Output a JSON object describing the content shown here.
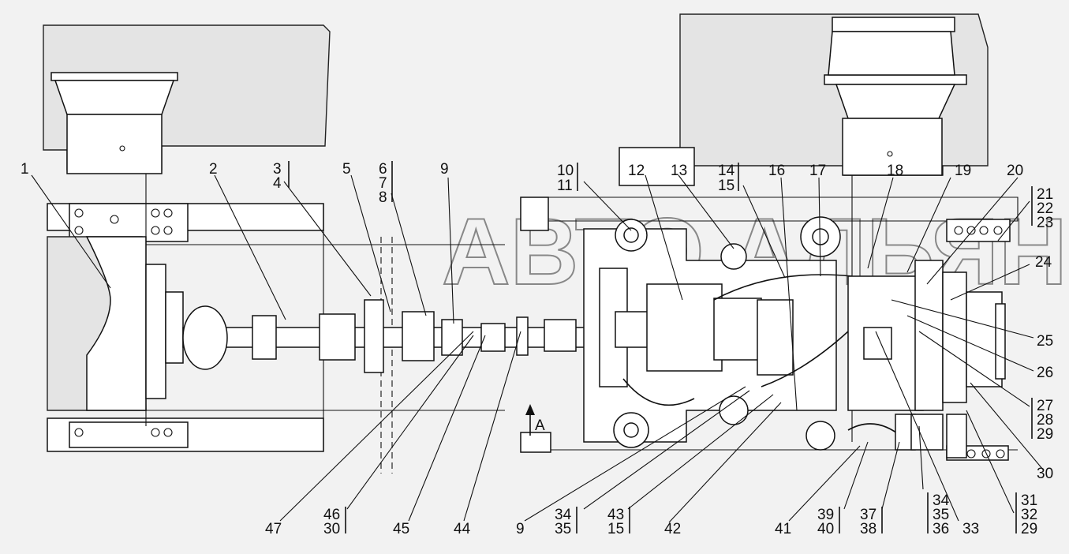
{
  "diagram": {
    "watermark": "АВТО АЛЬЯНС",
    "view_marker": "A",
    "callouts": [
      {
        "id": "c1",
        "lines": [
          "1"
        ]
      },
      {
        "id": "c2",
        "lines": [
          "2"
        ]
      },
      {
        "id": "c3",
        "lines": [
          "3",
          "4"
        ]
      },
      {
        "id": "c5",
        "lines": [
          "5"
        ]
      },
      {
        "id": "c6",
        "lines": [
          "6",
          "7",
          "8"
        ]
      },
      {
        "id": "c9a",
        "lines": [
          "9"
        ]
      },
      {
        "id": "c10",
        "lines": [
          "10",
          "11"
        ]
      },
      {
        "id": "c12",
        "lines": [
          "12"
        ]
      },
      {
        "id": "c13",
        "lines": [
          "13"
        ]
      },
      {
        "id": "c14",
        "lines": [
          "14",
          "15"
        ]
      },
      {
        "id": "c16",
        "lines": [
          "16"
        ]
      },
      {
        "id": "c17",
        "lines": [
          "17"
        ]
      },
      {
        "id": "c18",
        "lines": [
          "18"
        ]
      },
      {
        "id": "c19",
        "lines": [
          "19"
        ]
      },
      {
        "id": "c20",
        "lines": [
          "20"
        ]
      },
      {
        "id": "c21",
        "lines": [
          "21",
          "22",
          "23"
        ]
      },
      {
        "id": "c24",
        "lines": [
          "24"
        ]
      },
      {
        "id": "c25",
        "lines": [
          "25"
        ]
      },
      {
        "id": "c26",
        "lines": [
          "26"
        ]
      },
      {
        "id": "c27",
        "lines": [
          "27",
          "28",
          "29"
        ]
      },
      {
        "id": "c30",
        "lines": [
          "30"
        ]
      },
      {
        "id": "c31",
        "lines": [
          "31",
          "32",
          "29"
        ]
      },
      {
        "id": "c33",
        "lines": [
          "33"
        ]
      },
      {
        "id": "c34b",
        "lines": [
          "34",
          "35",
          "36"
        ]
      },
      {
        "id": "c37",
        "lines": [
          "37",
          "38"
        ]
      },
      {
        "id": "c39",
        "lines": [
          "39",
          "40"
        ]
      },
      {
        "id": "c41",
        "lines": [
          "41"
        ]
      },
      {
        "id": "c42",
        "lines": [
          "42"
        ]
      },
      {
        "id": "c43",
        "lines": [
          "43",
          "15"
        ]
      },
      {
        "id": "c34a",
        "lines": [
          "34",
          "35"
        ]
      },
      {
        "id": "c9b",
        "lines": [
          "9"
        ]
      },
      {
        "id": "c44",
        "lines": [
          "44"
        ]
      },
      {
        "id": "c45",
        "lines": [
          "45"
        ]
      },
      {
        "id": "c46",
        "lines": [
          "46",
          "30"
        ]
      },
      {
        "id": "c47",
        "lines": [
          "47"
        ]
      }
    ]
  }
}
